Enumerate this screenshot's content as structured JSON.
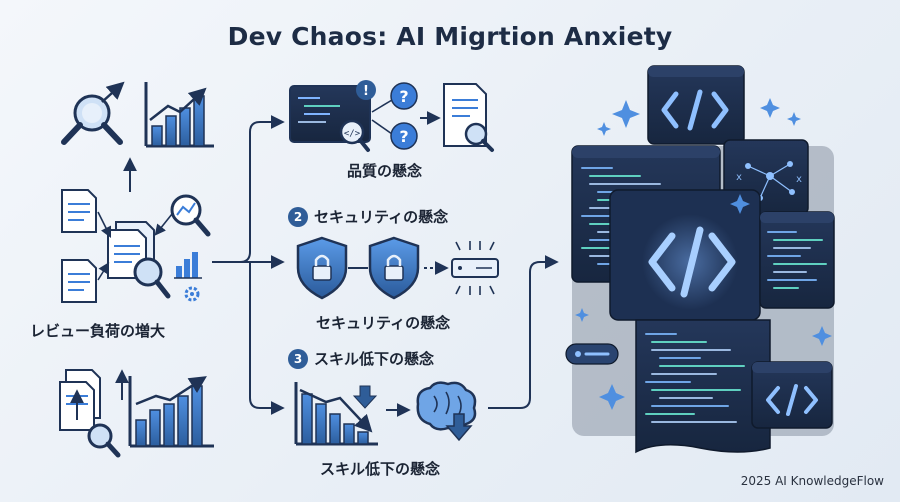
{
  "title": "Dev Chaos: AI Migrtion Anxiety",
  "left": {
    "label": "レビュー負荷の増大"
  },
  "branches": {
    "quality": {
      "label": "品質の懸念"
    },
    "security": {
      "number": "2",
      "heading": "セキュリティの懸念",
      "label": "セキュリティの懸念"
    },
    "skill": {
      "number": "3",
      "heading": "スキル低下の懸念",
      "label": "スキル低下の懸念"
    }
  },
  "footer": "2025 AI KnowledgeFlow",
  "colors": {
    "navy": "#1f3356",
    "accent": "#3b7dd8",
    "dark": "#1d2c45"
  }
}
